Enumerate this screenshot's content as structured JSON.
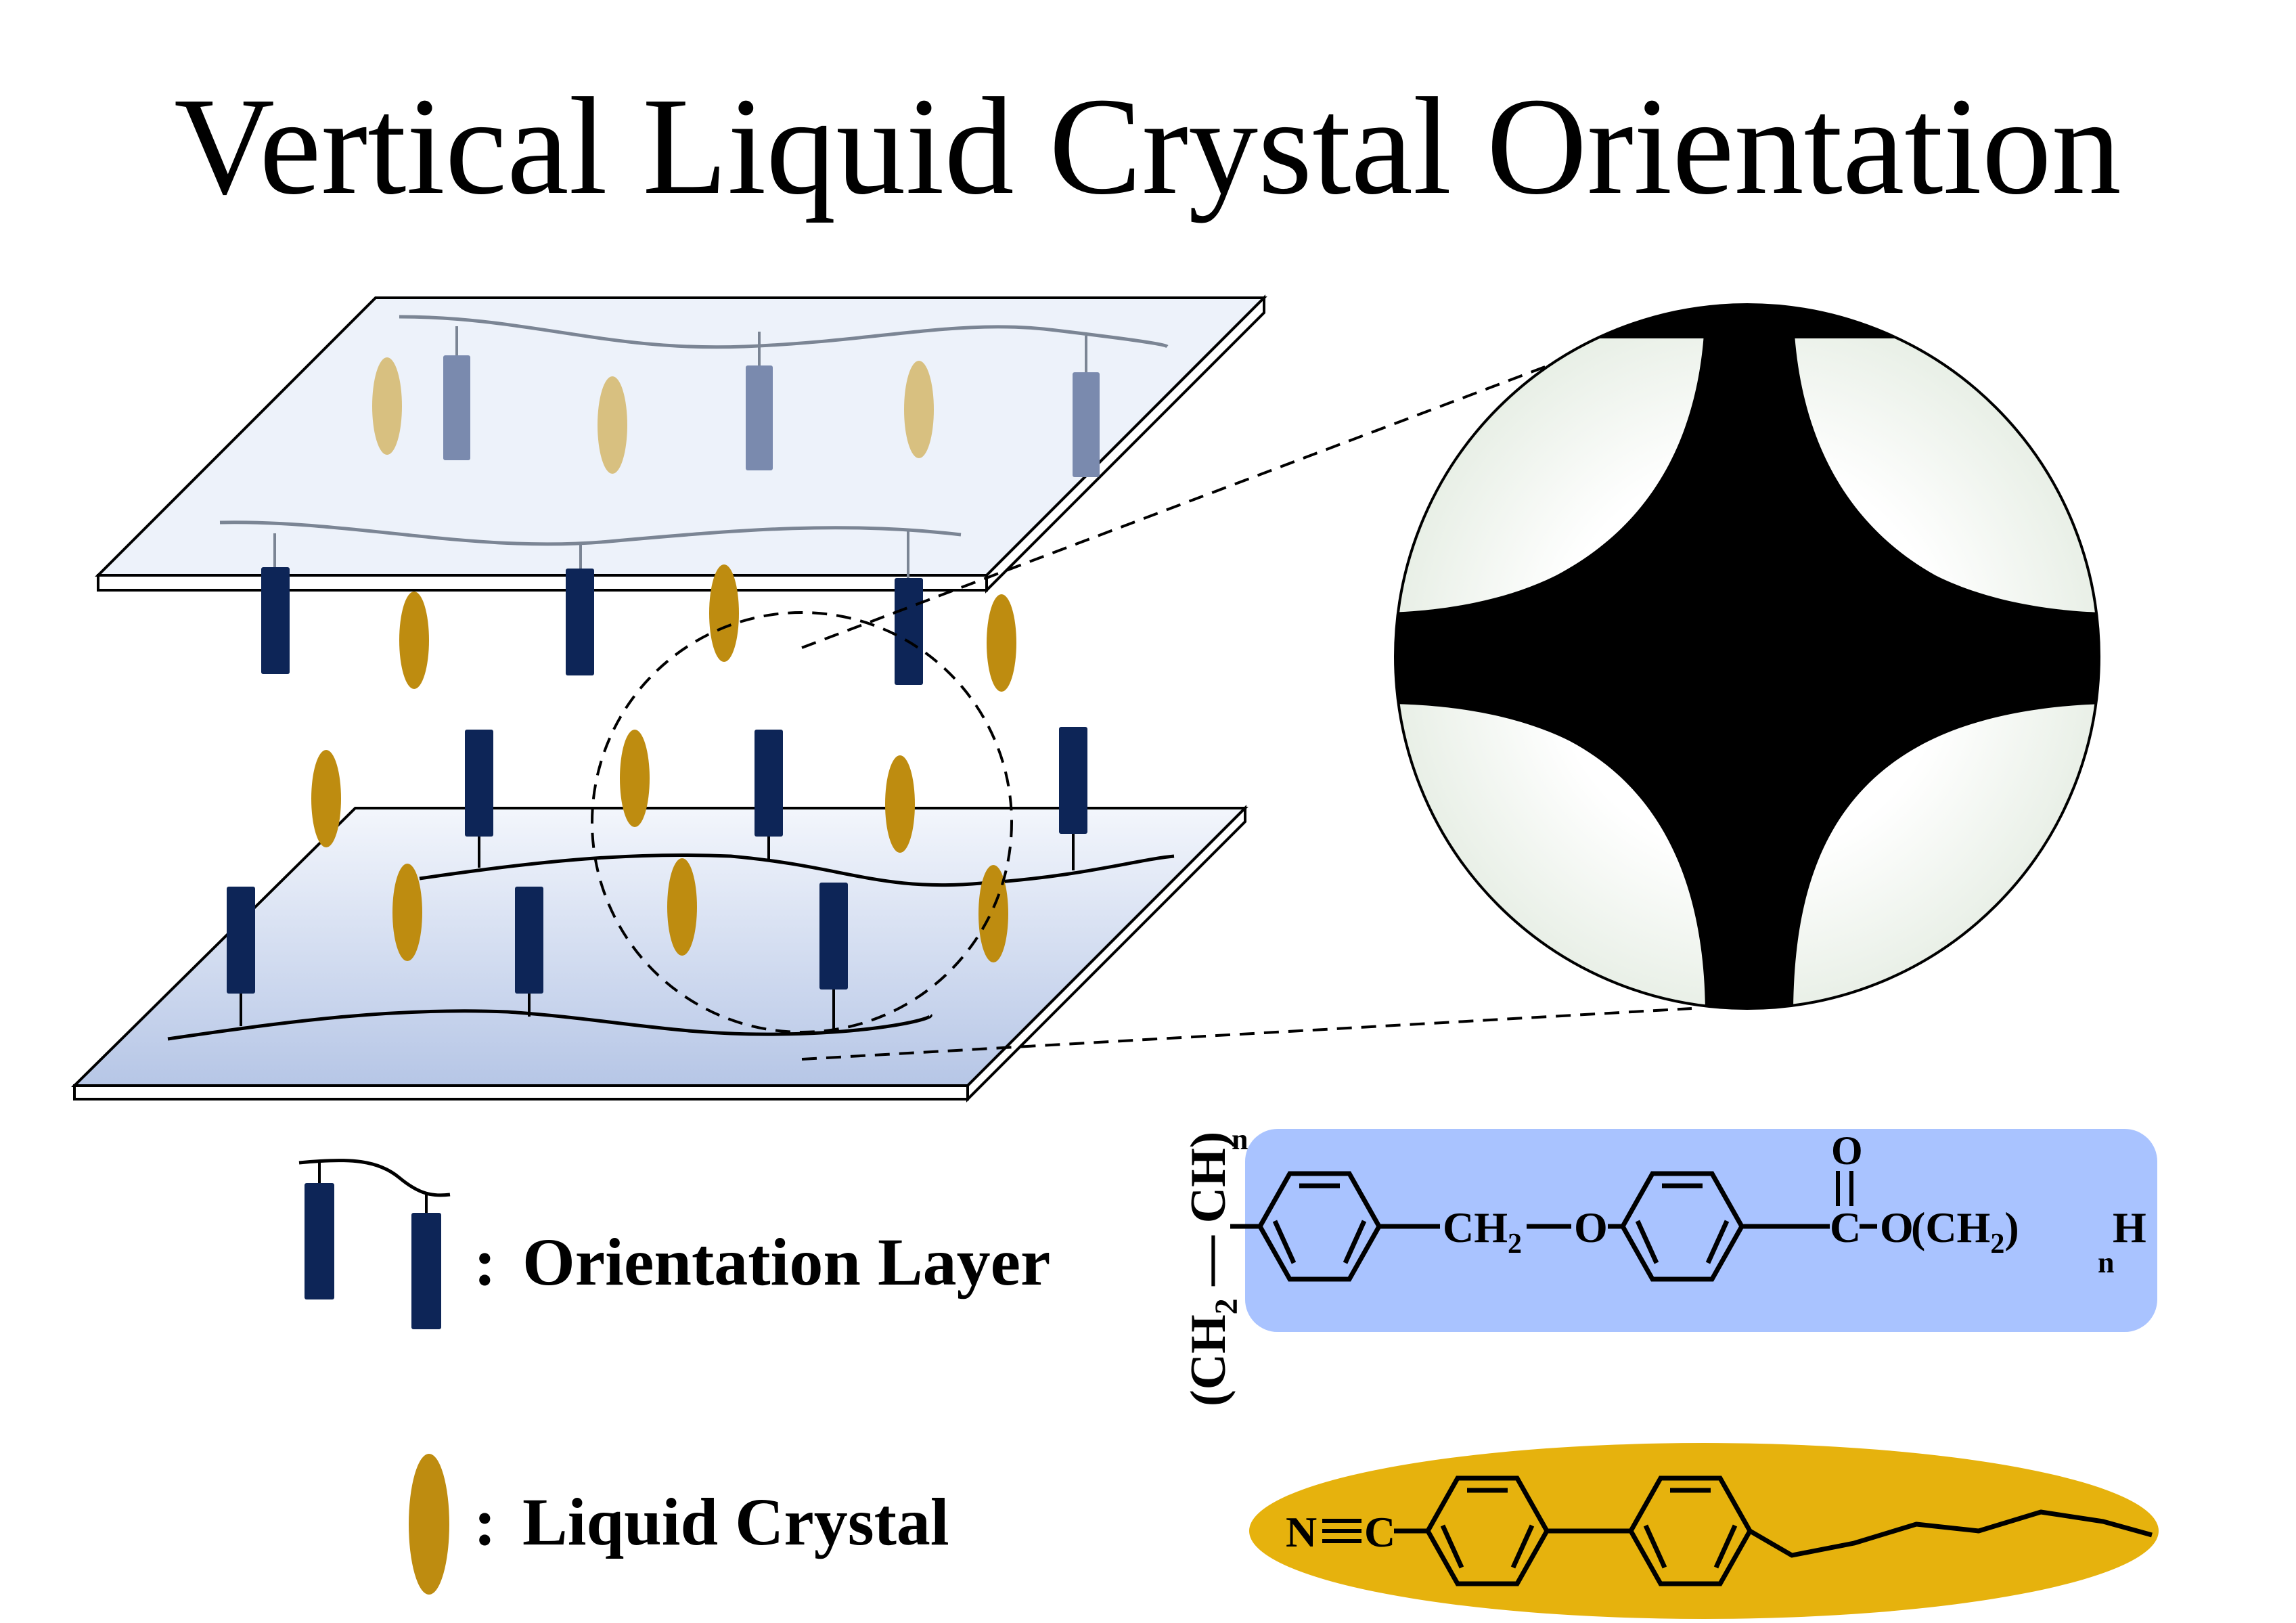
{
  "title": "Vertical Liquid Crystal Orientation",
  "legend": {
    "orientation_layer": "Orientation Layer",
    "liquid_crystal": "Liquid Crystal",
    "separator": ":"
  },
  "polymer": {
    "backbone_ch2": "CH",
    "backbone_ch": "CH",
    "backbone_sub": "2",
    "repeat_n": "n",
    "linker_ch2": "CH",
    "linker_sub": "2",
    "ether_o": "O",
    "carbonyl_o": "O",
    "carbonyl_c": "C",
    "ester_o": "O",
    "tail_ch2": "CH",
    "tail_sub": "2",
    "tail_n": "n",
    "tail_h": "H"
  },
  "liquid_crystal_molecule": {
    "nitrogen": "N",
    "carbon": "C"
  },
  "colors": {
    "orientation_rod": "#0d2557",
    "orientation_rod_faded": "#7a8aae",
    "liquid_crystal": "#be8c10",
    "liquid_crystal_faded": "#d8c080",
    "polymer_box": "#a9c3ff",
    "lc_ellipse": "#e6b20d"
  }
}
